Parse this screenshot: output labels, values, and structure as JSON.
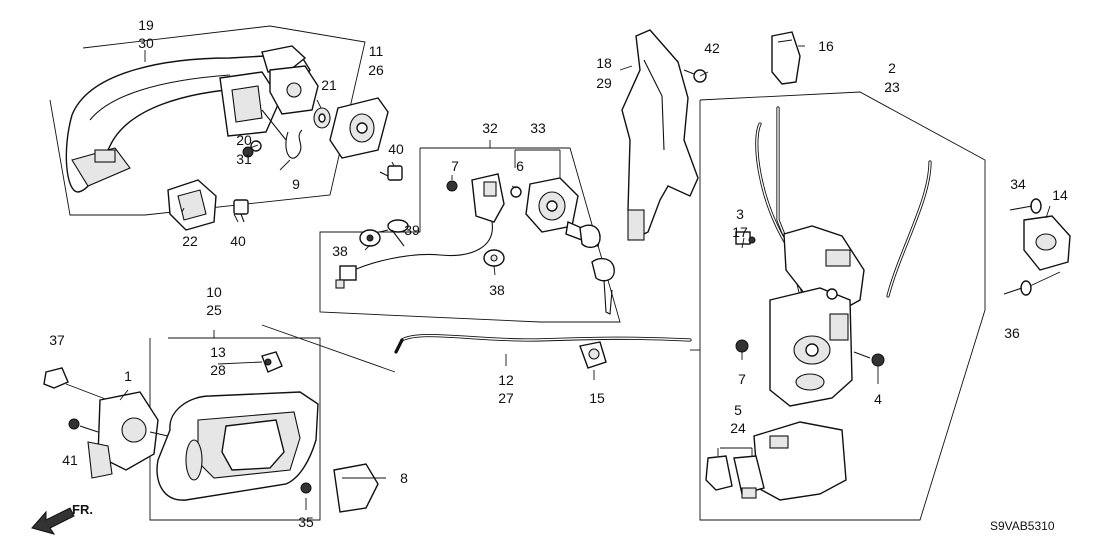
{
  "callouts": {
    "c1": "1",
    "c2": "2",
    "c3": "3",
    "c4": "4",
    "c5": "5",
    "c6": "6",
    "c7a": "7",
    "c7b": "7",
    "c8": "8",
    "c9": "9",
    "c10": "10",
    "c11": "11",
    "c12": "12",
    "c13": "13",
    "c14": "14",
    "c15": "15",
    "c16": "16",
    "c17": "17",
    "c18": "18",
    "c19": "19",
    "c20": "20",
    "c21": "21",
    "c22": "22",
    "c23": "23",
    "c24": "24",
    "c25": "25",
    "c26": "26",
    "c27": "27",
    "c28": "28",
    "c29": "29",
    "c30": "30",
    "c31": "31",
    "c32": "32",
    "c33": "33",
    "c34": "34",
    "c35": "35",
    "c36": "36",
    "c37": "37",
    "c38a": "38",
    "c38b": "38",
    "c39": "39",
    "c40a": "40",
    "c40b": "40",
    "c41": "41",
    "c42": "42"
  },
  "direction_label": "FR.",
  "diagram_code": "S9VAB5310"
}
